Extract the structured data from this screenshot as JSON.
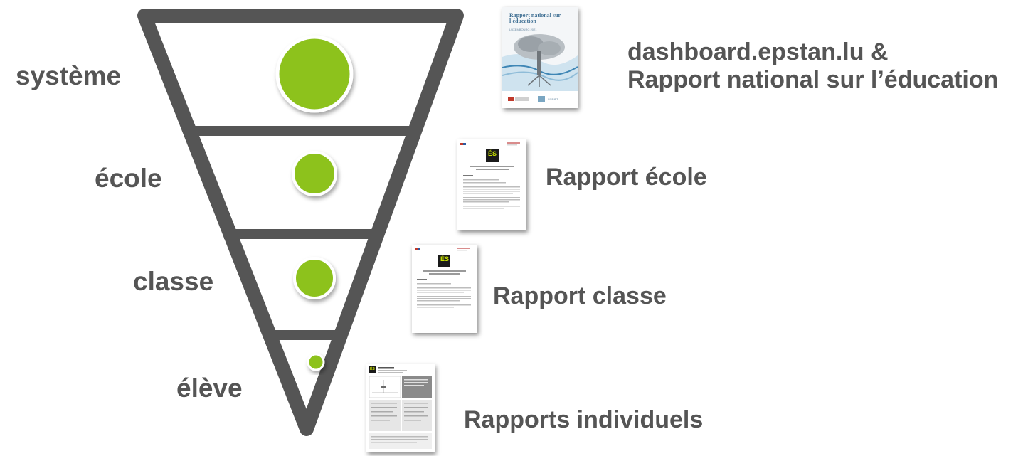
{
  "colors": {
    "funnel_stroke": "#555555",
    "dot_fill": "#8dc21f",
    "text": "#555555"
  },
  "levels": [
    {
      "label": "système",
      "report": [
        "dashboard.epstan.lu &",
        "Rapport national sur l’éducation"
      ],
      "thumbnail": "national-report-cover"
    },
    {
      "label": "école",
      "report": [
        "Rapport école"
      ],
      "thumbnail": "school-report"
    },
    {
      "label": "classe",
      "report": [
        "Rapport classe"
      ],
      "thumbnail": "class-report"
    },
    {
      "label": "élève",
      "report": [
        "Rapports individuels"
      ],
      "thumbnail": "individual-report"
    }
  ],
  "cover": {
    "title": "Rapport national sur l'éducation",
    "subtitle": "LUXEMBOURG 2021",
    "logo_text": "SCRIPT"
  },
  "doc_logo": "ÉS"
}
